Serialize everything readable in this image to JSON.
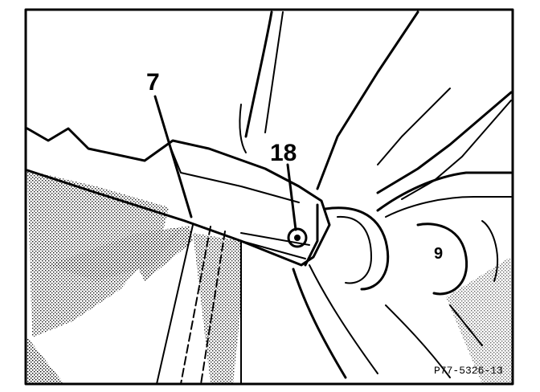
{
  "figure": {
    "callouts": [
      {
        "id": "7",
        "label": "7"
      },
      {
        "id": "18",
        "label": "18"
      }
    ],
    "part_number": "9",
    "reference_code": "P77-5326-13"
  },
  "colors": {
    "ink": "#000000",
    "paper": "#ffffff"
  }
}
